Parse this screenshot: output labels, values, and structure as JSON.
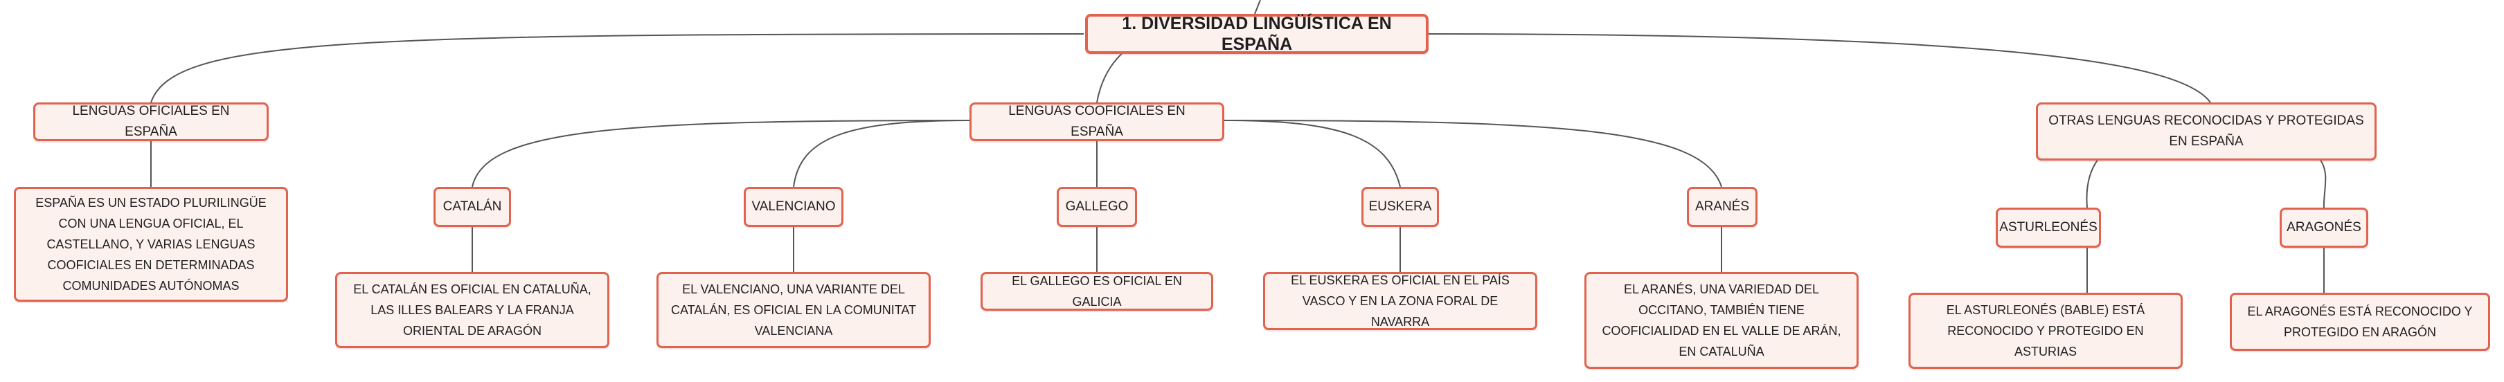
{
  "root": {
    "label": "1. DIVERSIDAD LINGÜÍSTICA EN ESPAÑA"
  },
  "oficiales": {
    "label": "LENGUAS OFICIALES EN ESPAÑA",
    "detail": "ESPAÑA ES UN ESTADO PLURILINGÜE CON UNA LENGUA OFICIAL, EL CASTELLANO, Y VARIAS LENGUAS COOFICIALES EN DETERMINADAS COMUNIDADES AUTÓNOMAS"
  },
  "cooficiales": {
    "label": "LENGUAS COOFICIALES EN ESPAÑA",
    "items": [
      {
        "label": "CATALÁN",
        "detail": "EL CATALÁN ES OFICIAL EN CATALUÑA, LAS ILLES BALEARS Y LA FRANJA ORIENTAL DE ARAGÓN"
      },
      {
        "label": "VALENCIANO",
        "detail": "EL VALENCIANO, UNA VARIANTE DEL CATALÁN, ES OFICIAL EN LA COMUNITAT VALENCIANA"
      },
      {
        "label": "GALLEGO",
        "detail": "EL GALLEGO ES OFICIAL EN GALICIA"
      },
      {
        "label": "EUSKERA",
        "detail": "EL EUSKERA ES OFICIAL EN EL PAÍS VASCO Y EN LA ZONA FORAL DE NAVARRA"
      },
      {
        "label": "ARANÉS",
        "detail": "EL ARANÉS, UNA VARIEDAD DEL OCCITANO, TAMBIÉN TIENE COOFICIALIDAD EN EL VALLE DE ARÁN, EN CATALUÑA"
      }
    ]
  },
  "otras": {
    "label": "OTRAS LENGUAS RECONOCIDAS Y PROTEGIDAS EN ESPAÑA",
    "items": [
      {
        "label": "ASTURLEONÉS",
        "detail": "EL ASTURLEONÉS (BABLE) ESTÁ RECONOCIDO Y PROTEGIDO EN ASTURIAS"
      },
      {
        "label": "ARAGONÉS",
        "detail": "EL ARAGONÉS ESTÁ RECONOCIDO Y PROTEGIDO EN ARAGÓN"
      }
    ]
  },
  "colors": {
    "border": "#e0624f",
    "fill": "#fdf1ee",
    "line": "#555555"
  }
}
